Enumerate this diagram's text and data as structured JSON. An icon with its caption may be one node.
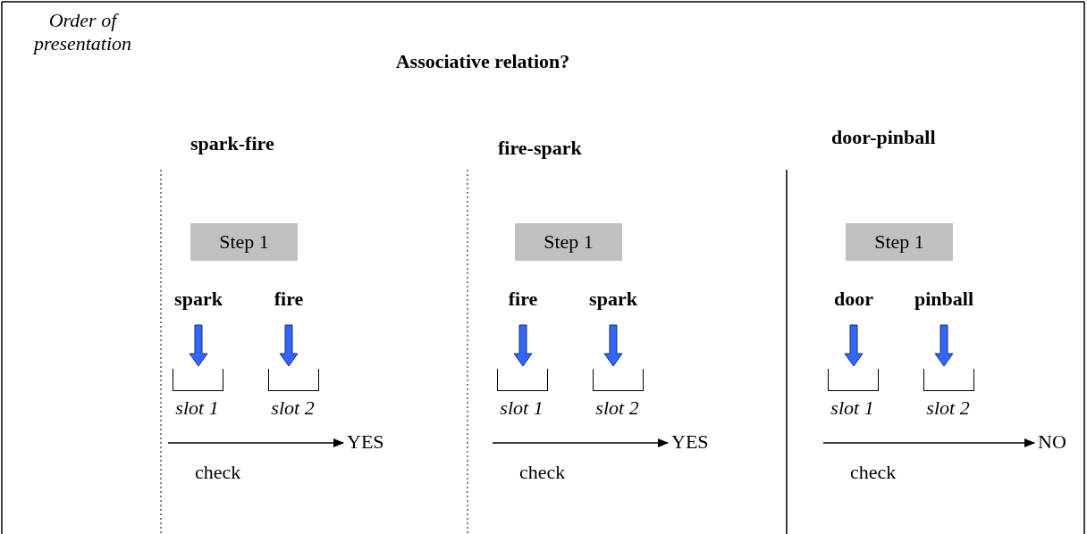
{
  "diagram": {
    "title": "Associative relation?",
    "nodes": [
      {
        "text": [
          "Step 1"
        ]
      },
      {
        "text": [
          "spark"
        ]
      },
      {
        "text": [
          "fire"
        ]
      },
      {
        "text": [
          "slot 1"
        ]
      },
      {
        "text": [
          "slot 2"
        ]
      },
      {
        "text": [
          "YES"
        ]
      },
      {
        "text": [
          "Step 1"
        ]
      },
      {
        "text": [
          "fire"
        ]
      },
      {
        "text": [
          "spark"
        ]
      },
      {
        "text": [
          "slot 1"
        ]
      },
      {
        "text": [
          "slot 2"
        ]
      },
      {
        "text": [
          "YES"
        ]
      },
      {
        "text": [
          "Step 1"
        ]
      },
      {
        "text": [
          "door"
        ]
      },
      {
        "text": [
          "pinball"
        ]
      },
      {
        "text": [
          "slot 1"
        ]
      },
      {
        "text": [
          "slot 2"
        ]
      },
      {
        "text": [
          "NO"
        ]
      }
    ],
    "edges": [
      {
        "from": 1,
        "to": 3,
        "arrow": "to",
        "style": "thick",
        "color": "#3366ff"
      },
      {
        "from": 2,
        "to": 4,
        "arrow": "to",
        "style": "thick",
        "color": "#3366ff"
      },
      {
        "from": null,
        "to": 5,
        "arrow": "to",
        "label": "check"
      },
      {
        "from": 7,
        "to": 9,
        "arrow": "to",
        "style": "thick",
        "color": "#3366ff"
      },
      {
        "from": 8,
        "to": 10,
        "arrow": "to",
        "style": "thick",
        "color": "#3366ff"
      },
      {
        "from": null,
        "to": 11,
        "arrow": "to",
        "label": "check"
      },
      {
        "from": 13,
        "to": 15,
        "arrow": "to",
        "style": "thick",
        "color": "#3366ff"
      },
      {
        "from": 14,
        "to": 16,
        "arrow": "to",
        "style": "thick",
        "color": "#3366ff"
      },
      {
        "from": null,
        "to": 17,
        "arrow": "to",
        "label": "check"
      }
    ],
    "labels": [
      "Order of presentation",
      "spark-fire",
      "fire-spark",
      "door-pinball"
    ]
  }
}
